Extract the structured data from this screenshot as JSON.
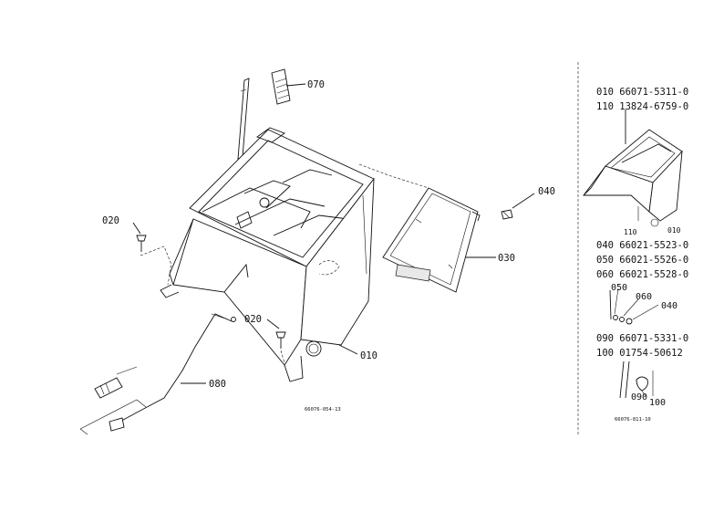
{
  "main_view": {
    "callouts": {
      "c070": "070",
      "c040": "040",
      "c020_left": "020",
      "c030": "030",
      "c020_bottom": "020",
      "c010": "010",
      "c080": "080"
    },
    "drawing_code": "66076-054-13"
  },
  "parts_panel": {
    "rows": {
      "r010": "010  66071-5311-0",
      "r110": "110  13824-6759-0",
      "r040": "040  66021-5523-0",
      "r050": "050  66021-5526-0",
      "r060": "060  66021-5528-0",
      "r090": "090  66071-5331-0",
      "r100": "100  01754-50612"
    },
    "inset_callouts": {
      "i110": "110",
      "i010": "010",
      "i050": "050",
      "i060": "060",
      "i040": "040",
      "i090": "090",
      "i100": "100"
    },
    "drawing_code": "66076-811-10"
  }
}
